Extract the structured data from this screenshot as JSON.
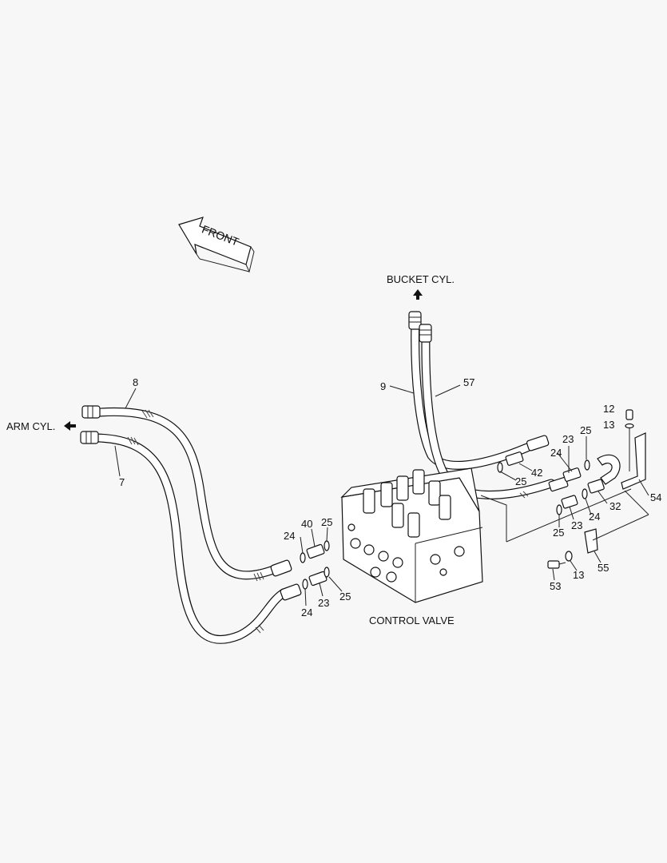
{
  "arrow_front": "FRONT",
  "destinations": {
    "bucket": "BUCKET CYL.",
    "arm": "ARM CYL.",
    "valve": "CONTROL VALVE"
  },
  "callouts": {
    "n8": "8",
    "n7": "7",
    "n9": "9",
    "n57": "57",
    "n12": "12",
    "n13a": "13",
    "n23a": "23",
    "n25a": "25",
    "n24a": "24",
    "n42": "42",
    "n25b": "25",
    "n54": "54",
    "n32": "32",
    "n24b": "24",
    "n23b": "23",
    "n25c": "25",
    "n55": "55",
    "n13b": "13",
    "n53": "53",
    "n24c": "24",
    "n40": "40",
    "n25d": "25",
    "n24d": "24",
    "n23c": "23",
    "n25e": "25"
  }
}
